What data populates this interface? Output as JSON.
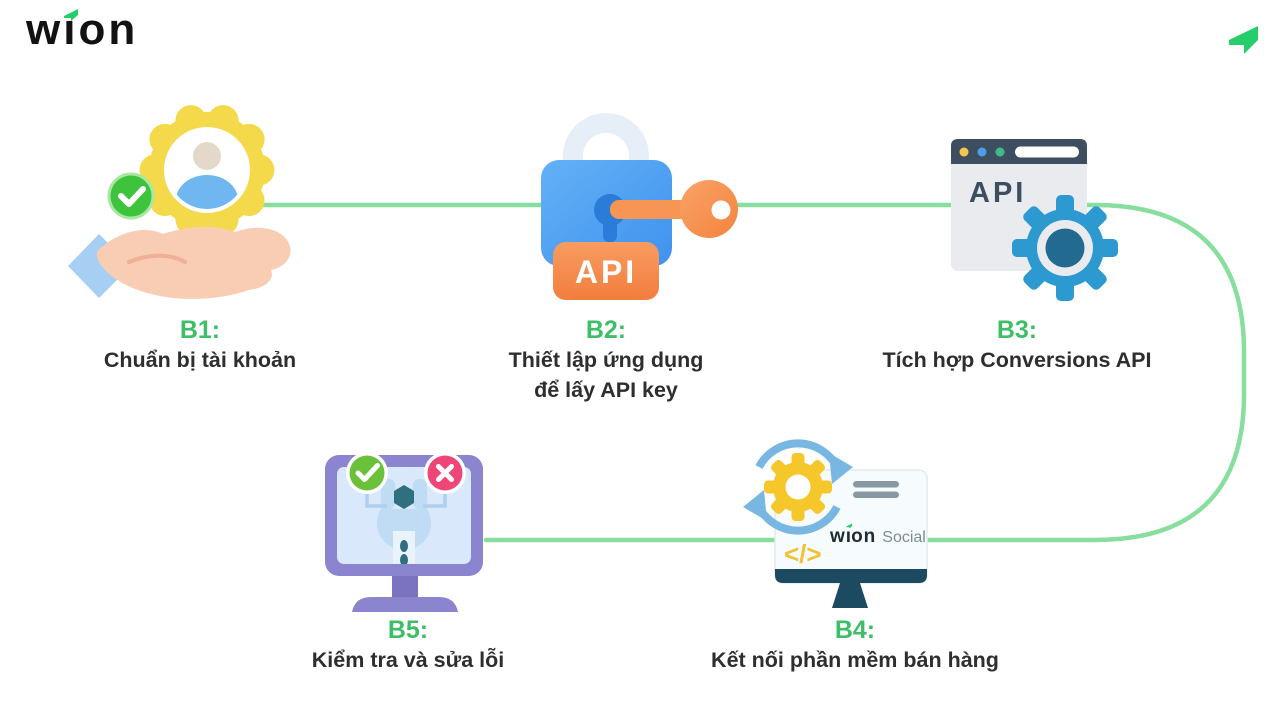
{
  "page": {
    "background": "#FFFFFF"
  },
  "brand": {
    "logo_text": "wion",
    "logo_parts": {
      "w": "w",
      "i": "ı",
      "on": "on"
    }
  },
  "colors": {
    "accent-green": "#24CE6B",
    "label-green": "#3FBE68",
    "line-green": "#87DE9D",
    "title-text": "#2E2E2E",
    "logo-text": "#121212"
  },
  "steps": [
    {
      "id": "B1",
      "label": "B1:",
      "title": "Chuẩn bị tài khoản",
      "icon": "hand-holding-verified-account"
    },
    {
      "id": "B2",
      "label": "B2:",
      "title": "Thiết lập ứng dụng để lấy API key",
      "title_lines": [
        "Thiết lập ứng dụng",
        "để lấy API key"
      ],
      "icon": "padlock-api-key"
    },
    {
      "id": "B3",
      "label": "B3:",
      "title": "Tích hợp Conversions API",
      "icon": "browser-api-gear"
    },
    {
      "id": "B4",
      "label": "B4:",
      "title": "Kết nối phần mềm bán hàng",
      "icon": "monitor-wion-social-sync-gear"
    },
    {
      "id": "B5",
      "label": "B5:",
      "title": "Kiểm tra và sửa lỗi",
      "icon": "monitor-wrench-pass-fail"
    }
  ],
  "icon_texts": {
    "api_tag": "API",
    "browser_api": "API",
    "code_glyph": "</>",
    "screen_brand": "wion",
    "screen_brand_suffix": "Social"
  }
}
